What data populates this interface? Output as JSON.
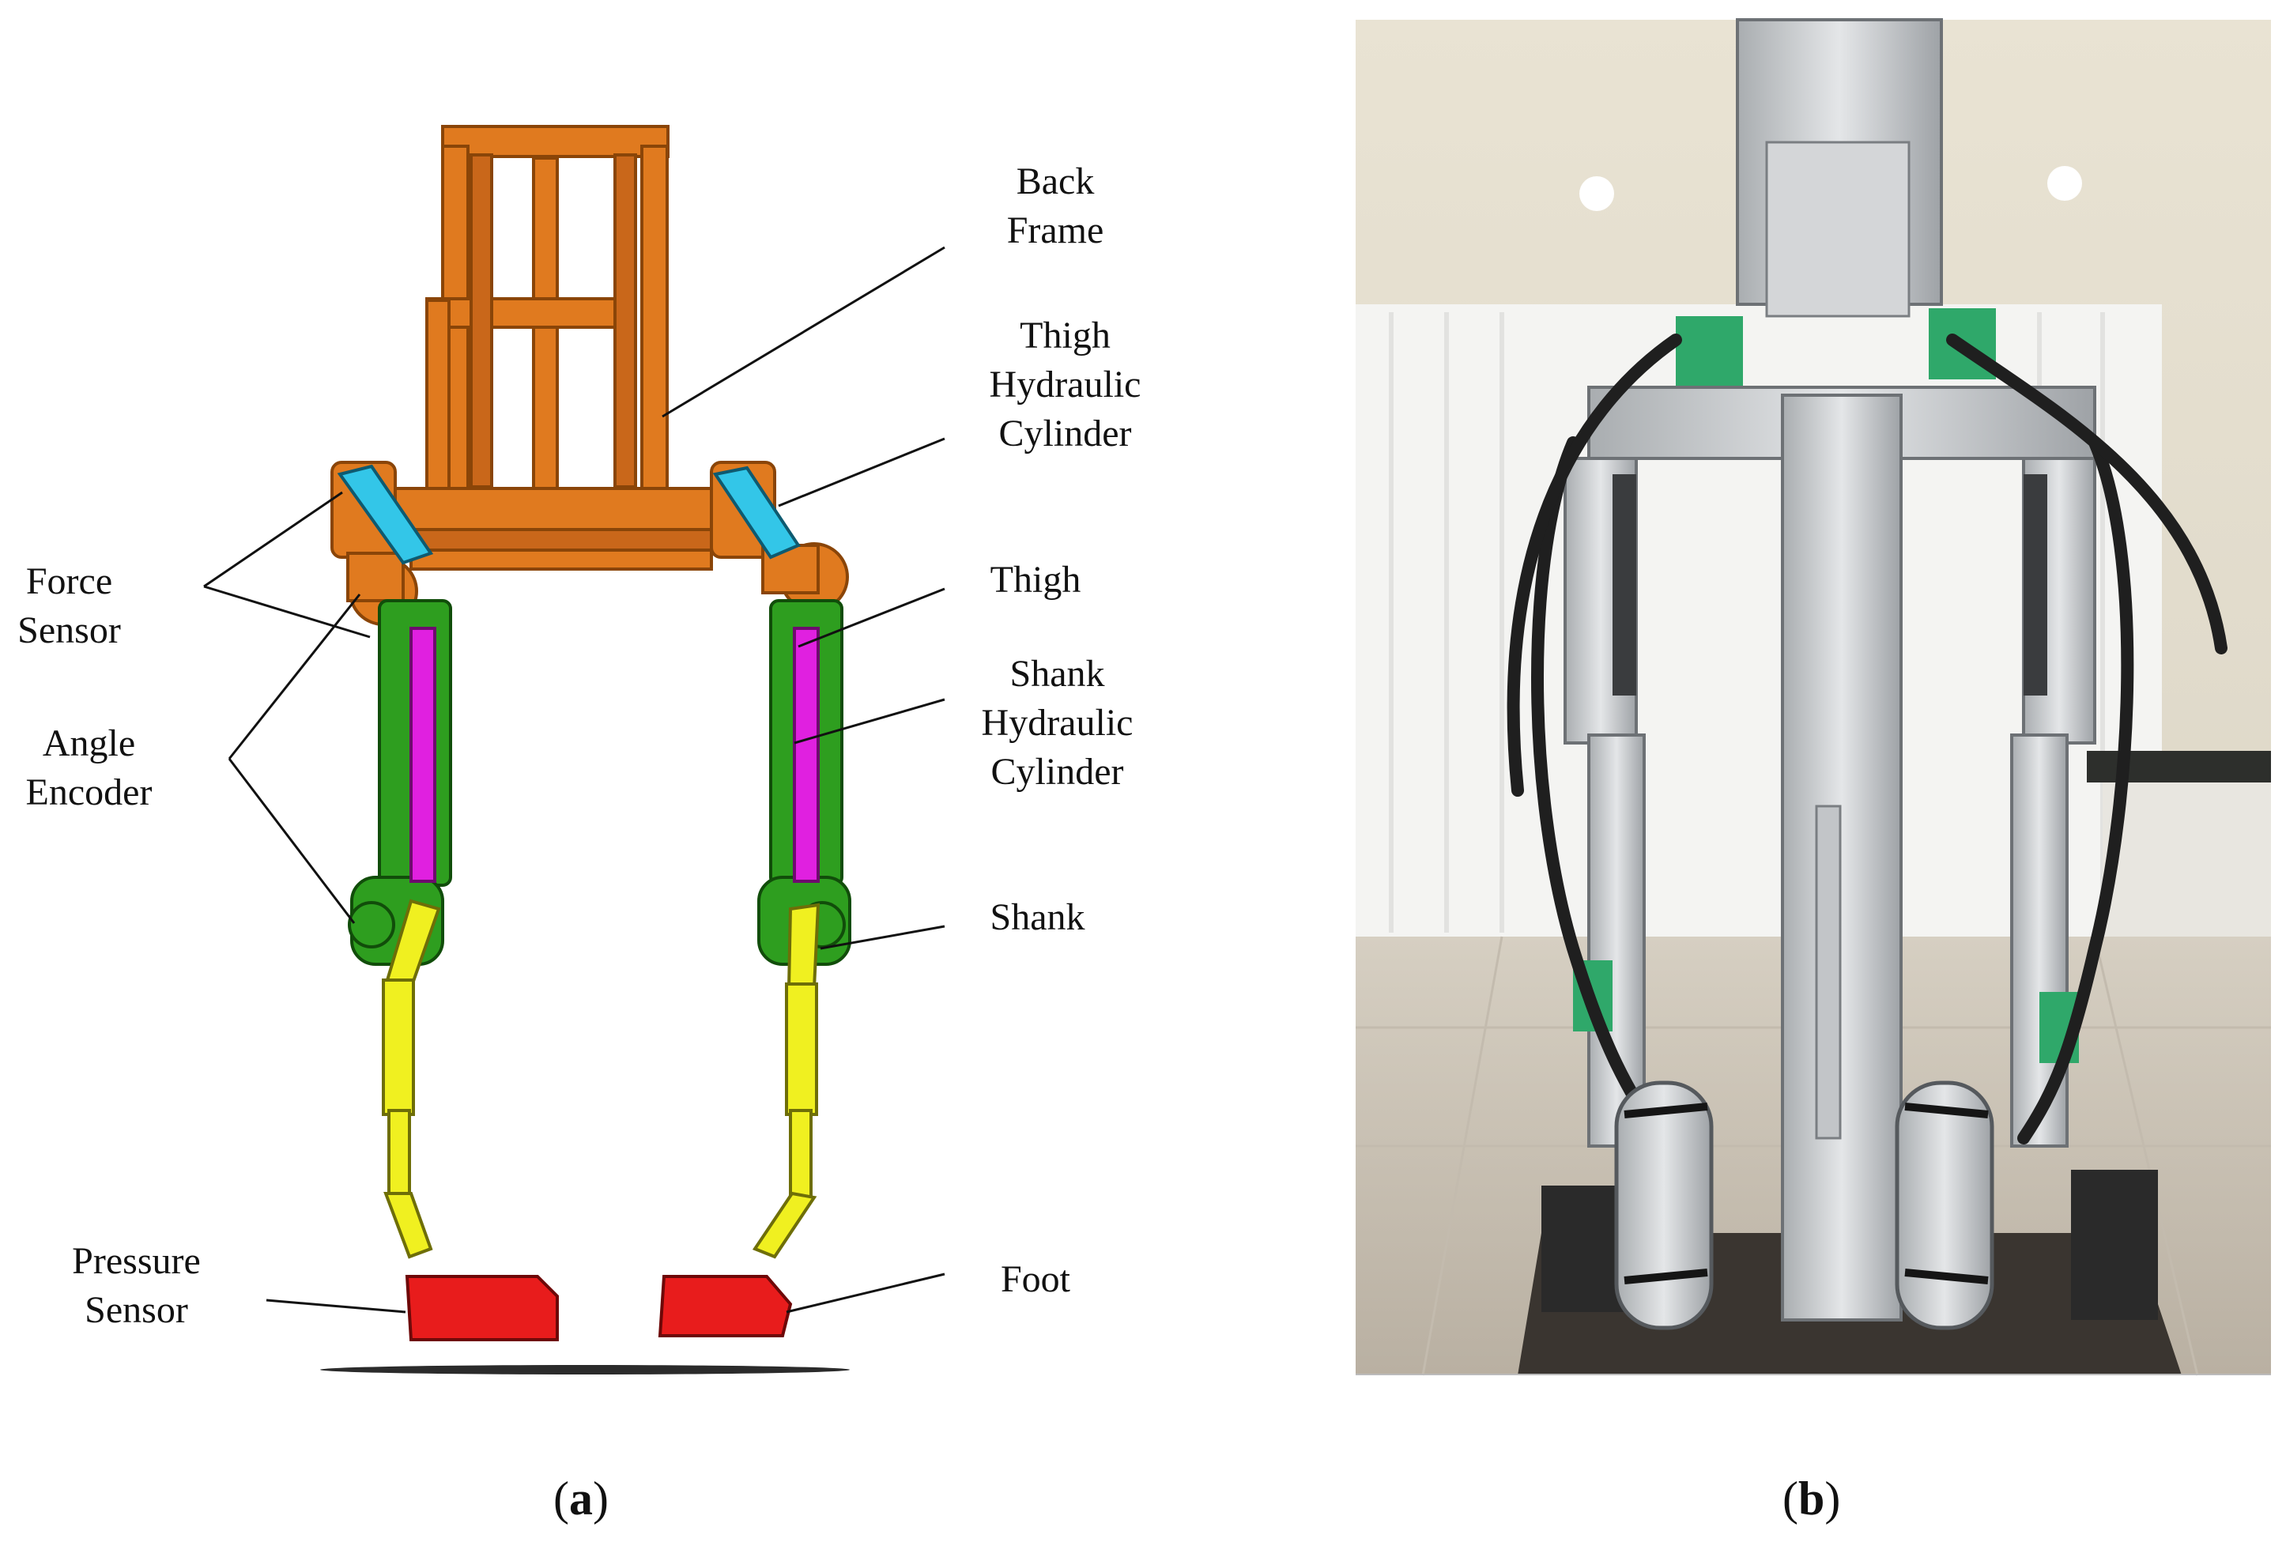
{
  "panels": [
    {
      "id": "a",
      "caption_open": "(",
      "caption_letter": "a",
      "caption_close": ")"
    },
    {
      "id": "b",
      "caption_open": "(",
      "caption_letter": "b",
      "caption_close": ")"
    }
  ],
  "labels": {
    "back_frame": [
      "Back",
      "Frame"
    ],
    "thigh_hydraulic_cylinder": [
      "Thigh",
      "Hydraulic",
      "Cylinder"
    ],
    "force_sensor": [
      "Force",
      "Sensor"
    ],
    "thigh": [
      "Thigh"
    ],
    "shank_hydraulic_cylinder": [
      "Shank",
      "Hydraulic",
      "Cylinder"
    ],
    "angle_encoder": [
      "Angle",
      "Encoder"
    ],
    "shank": [
      "Shank"
    ],
    "pressure_sensor": [
      "Pressure",
      "Sensor"
    ],
    "foot": [
      "Foot"
    ]
  },
  "colors": {
    "back_frame": "#e07a1f",
    "hip_joint": "#e07a1f",
    "thigh": "#2e9e1f",
    "thigh_cylinder": "#33c6e8",
    "shank_cylinder": "#e020e0",
    "shank": "#f0f020",
    "foot": "#e81c1c",
    "leader_line": "#111111"
  }
}
